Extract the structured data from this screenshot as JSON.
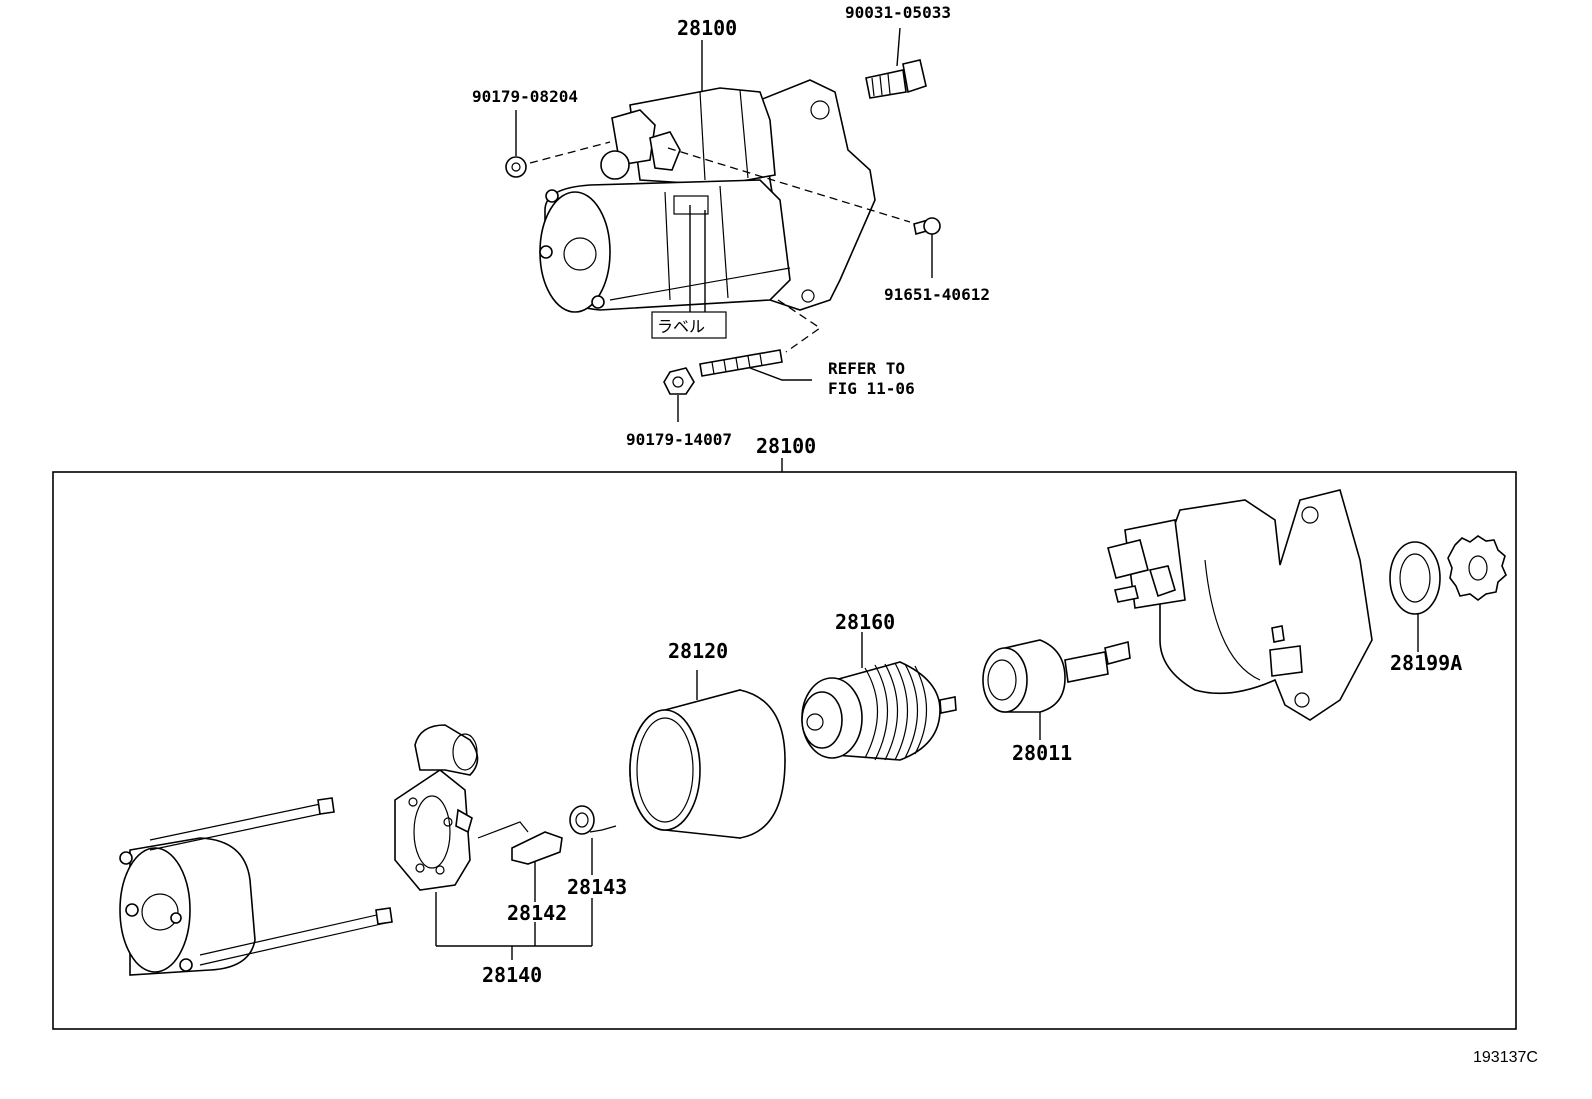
{
  "labels": {
    "assembly_top": "28100",
    "bolt": "90031-05033",
    "nut_top": "90179-08204",
    "screw": "91651-40612",
    "label_tag": "ラベル",
    "refer_line1": "REFER TO",
    "refer_line2": "FIG 11-06",
    "nut_bottom": "90179-14007",
    "assembly_box": "28100",
    "yoke": "28120",
    "armature": "28160",
    "clutch": "28011",
    "bearing": "28199A",
    "brush_holder_set": "28140",
    "brush": "28142",
    "brush_spring": "28143"
  },
  "figure_code": "193137C"
}
